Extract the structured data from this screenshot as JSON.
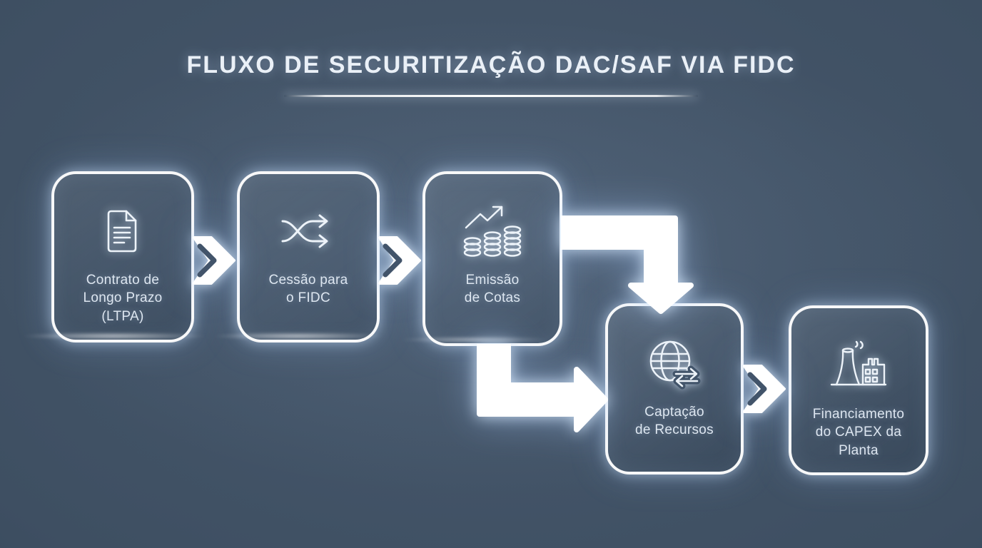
{
  "title": "FLUXO DE SECURITIZAÇÃO DAC/SAF VIA FIDC",
  "nodes": [
    {
      "id": "node-ltpa",
      "icon": "document-icon",
      "label": "Contrato de Longo Prazo (LTPA)",
      "lines": [
        "Contrato de",
        "Longo Prazo",
        "(LTPA)"
      ]
    },
    {
      "id": "node-cessao-fidc",
      "icon": "shuffle-icon",
      "label": "Cessão para o FIDC",
      "lines": [
        "Cessão para",
        "o FIDC"
      ]
    },
    {
      "id": "node-emissao-cotas",
      "icon": "coins-growth-icon",
      "label": "Emissão de Cotas",
      "lines": [
        "Emissão",
        "de Cotas"
      ]
    },
    {
      "id": "node-captacao-recursos",
      "icon": "globe-exchange-icon",
      "label": "Captação de Recursos",
      "lines": [
        "Captação",
        "de Recursos"
      ]
    },
    {
      "id": "node-financiamento-capex",
      "icon": "factory-icon",
      "label": "Financiamento do CAPEX da Planta",
      "lines": [
        "Financiamento",
        "do CAPEX da",
        "Planta"
      ]
    }
  ],
  "connections": [
    {
      "from": "node-ltpa",
      "to": "node-cessao-fidc",
      "style": "double-chevron"
    },
    {
      "from": "node-cessao-fidc",
      "to": "node-emissao-cotas",
      "style": "double-chevron"
    },
    {
      "from": "node-emissao-cotas",
      "to": "node-captacao-recursos",
      "style": "elbow-right-then-down"
    },
    {
      "from": "node-emissao-cotas",
      "to": "node-captacao-recursos",
      "style": "elbow-down-then-right"
    },
    {
      "from": "node-captacao-recursos",
      "to": "node-financiamento-capex",
      "style": "double-chevron"
    }
  ],
  "colors": {
    "background_center": "#48596d",
    "background_edge": "#2e3e50",
    "box_border": "#ffffff",
    "label_text": "#dde6f0",
    "title_text": "#eaf0f7",
    "glow": "#cfe2ff",
    "arrow_notch": "#42546a"
  }
}
